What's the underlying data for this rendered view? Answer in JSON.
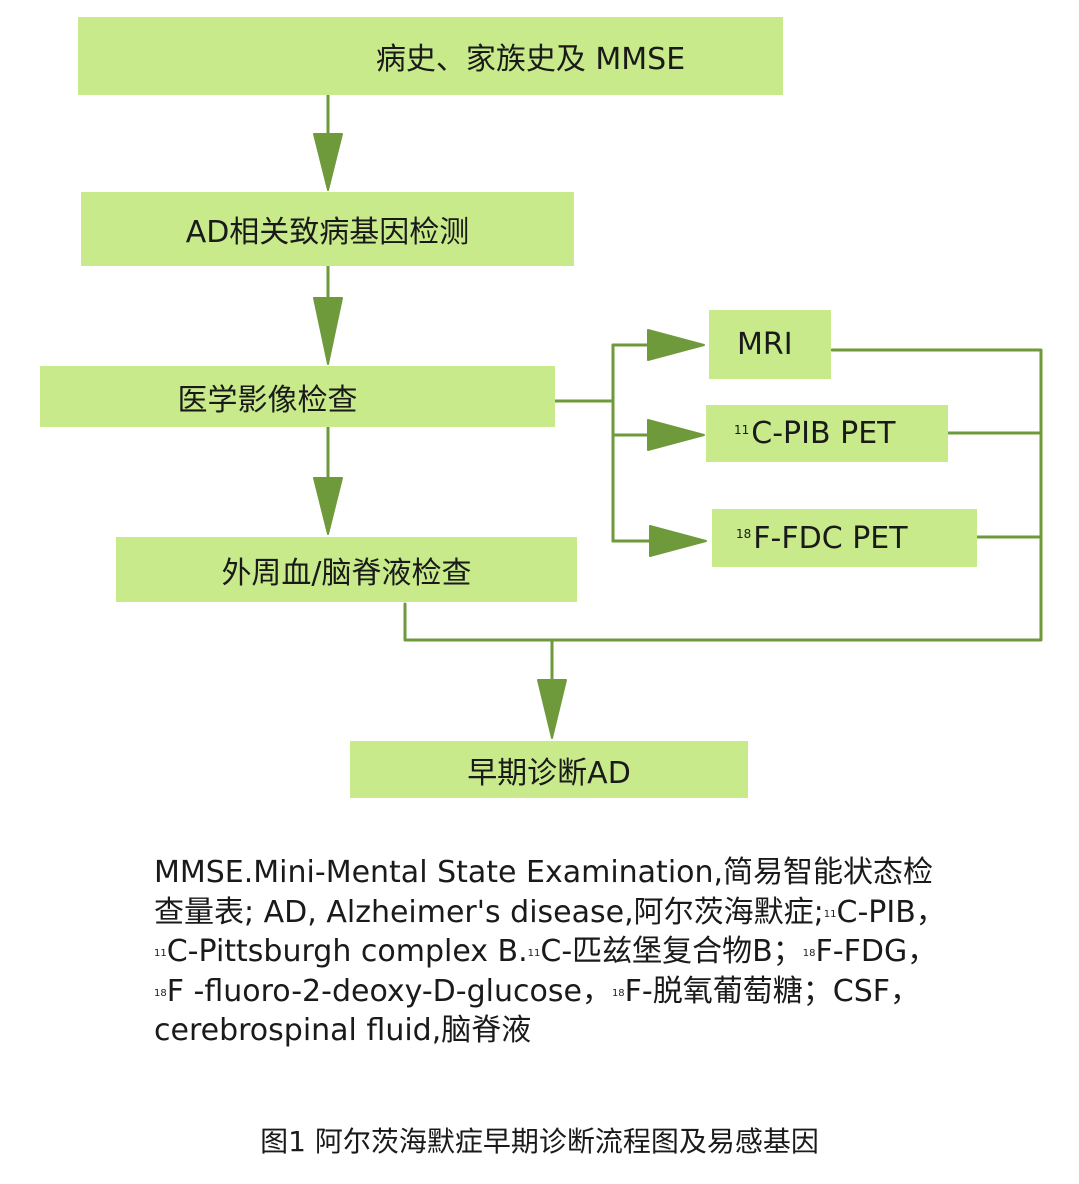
{
  "colors": {
    "box_fill": "#c8ea8a",
    "connector": "#6f9a3b",
    "text": "#1a1a1a"
  },
  "flowchart": {
    "history": "病史、家族史及 MMSE",
    "gene_test": "AD相关致病基因检测",
    "imaging": "医学影像检查",
    "blood_csf": "外周血/脑脊液检查",
    "mri": "MRI",
    "pib": {
      "sup": "11",
      "text": "C-PIB PET"
    },
    "fdc": {
      "sup": "18",
      "text": "F-FDC PET"
    },
    "diagnosis": "早期诊断AD"
  },
  "legend": {
    "t1": "MMSE.Mini-Mental State Examination,简易智能状态检查量表; AD, Alzheimer's disease,阿尔茨海默症;",
    "s1": "11",
    "t2": "C-PIB，",
    "s2": "11",
    "t3": "C-Pittsburgh complex B.",
    "s3": "11",
    "t4": "C-匹兹堡复合物B；",
    "s4": "18",
    "t5": "F-FDG，",
    "s5": "18",
    "t6": "F -fluoro-2-deoxy-D-glucose，",
    "s6": "18",
    "t7": "F-脱氧葡萄糖；CSF，cerebrospinal fluid,脑脊液"
  },
  "caption": "图1 阿尔茨海默症早期诊断流程图及易感基因"
}
